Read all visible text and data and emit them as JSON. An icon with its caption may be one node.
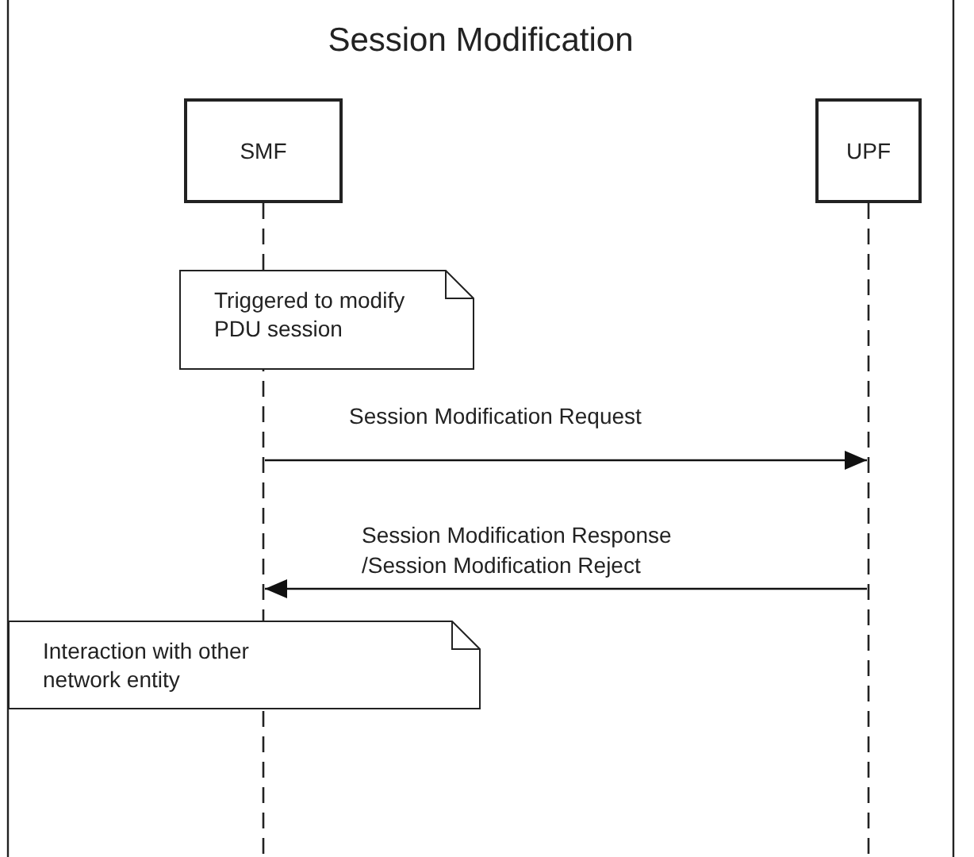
{
  "diagram": {
    "title": "Session Modification",
    "nodes": [
      {
        "text": [
          "SMF"
        ]
      },
      {
        "text": [
          "UPF"
        ]
      },
      {
        "text": [
          "Triggered to modify PDU session"
        ]
      },
      {
        "text": [
          "Interaction with other network entity"
        ]
      }
    ],
    "edges": [
      {
        "from": 0,
        "to": 1,
        "arrow": "to",
        "label": "Session Modification Request"
      },
      {
        "from": 1,
        "to": 0,
        "arrow": "to",
        "label": "Session Modification Response /Session Modification Reject"
      }
    ]
  }
}
